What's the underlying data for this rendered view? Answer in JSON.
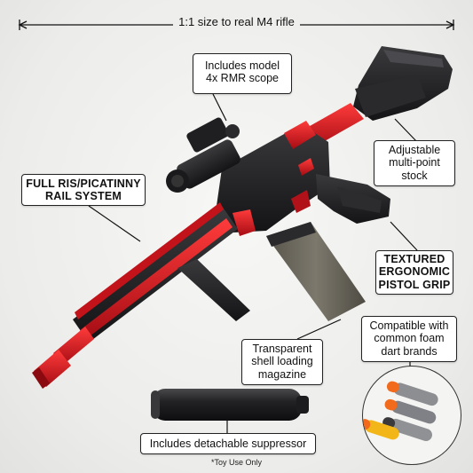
{
  "size_line": "1:1 size to real M4 rifle",
  "callouts": {
    "scope": [
      "Includes model",
      "4x RMR scope"
    ],
    "rail": [
      "FULL RIS/PICATINNY",
      "RAIL SYSTEM"
    ],
    "stock": [
      "Adjustable",
      "multi-point",
      "stock"
    ],
    "grip": [
      "TEXTURED",
      "ERGONOMIC",
      "PISTOL GRIP"
    ],
    "magazine": [
      "Transparent",
      "shell loading",
      "magazine"
    ],
    "darts": [
      "Compatible with",
      "common foam",
      "dart brands"
    ],
    "suppressor": [
      "Includes detachable suppressor"
    ]
  },
  "footnote": "*Toy Use Only",
  "colors": {
    "accent_red": "#d0141e",
    "body_black": "#1b1b1d",
    "magazine_smoke": "#6b675c",
    "dart_gray": "#8c8e92",
    "dart_yellow": "#f2b619",
    "dart_tip_orange": "#f26a1b"
  }
}
